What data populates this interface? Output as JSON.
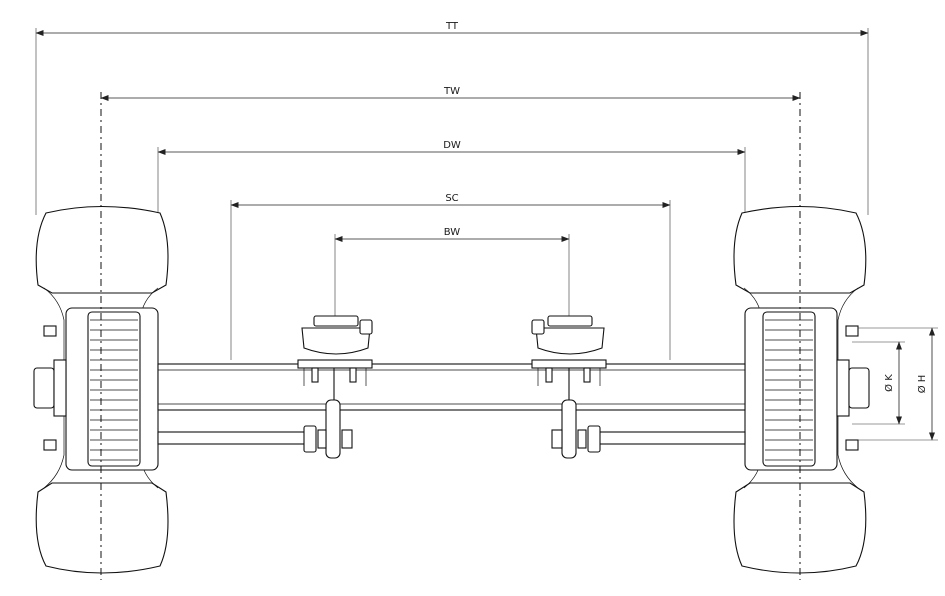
{
  "dimensions": {
    "tt": "TT",
    "tw": "TW",
    "dw": "DW",
    "sc": "SC",
    "bw": "BW",
    "k": "Ø K",
    "h": "Ø H"
  },
  "colors": {
    "line": "#111111",
    "background": "#ffffff"
  }
}
